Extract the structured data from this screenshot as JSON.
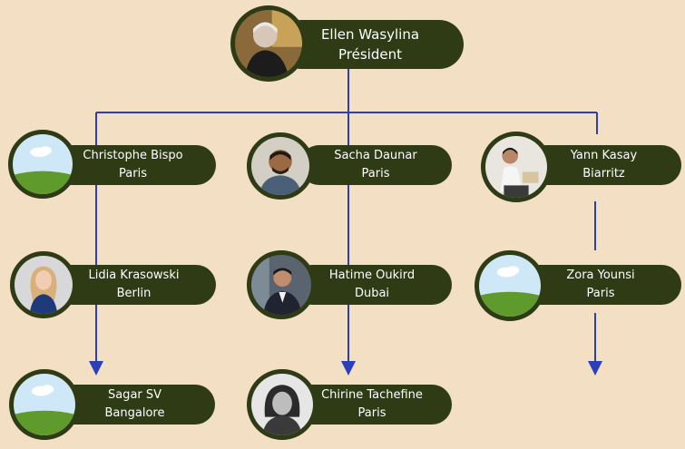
{
  "org_chart": {
    "president": {
      "name": "Ellen Wasylina",
      "role": "Président",
      "avatar": "photo-person"
    },
    "members": [
      {
        "name": "Christophe Bispo",
        "location": "Paris",
        "avatar": "landscape-placeholder-icon"
      },
      {
        "name": "Sacha Daunar",
        "location": "Paris",
        "avatar": "photo-person"
      },
      {
        "name": "Yann Kasay",
        "location": "Biarritz",
        "avatar": "photo-person"
      },
      {
        "name": "Lidia Krasowski",
        "location": "Berlin",
        "avatar": "photo-person"
      },
      {
        "name": "Hatime Oukird",
        "location": "Dubai",
        "avatar": "photo-person"
      },
      {
        "name": "Zora Younsi",
        "location": "Paris",
        "avatar": "landscape-placeholder-icon"
      },
      {
        "name": "Sagar SV",
        "location": "Bangalore",
        "avatar": "landscape-placeholder-icon"
      },
      {
        "name": "Chirine Tachefine",
        "location": "Paris",
        "avatar": "photo-person"
      }
    ]
  },
  "colors": {
    "background": "#f2dfc4",
    "node_fill": "#2e3b14",
    "text": "#ffffff",
    "connector": "#2b3fb8",
    "sky": "#cfe8f7",
    "grass": "#5f9b2c"
  }
}
